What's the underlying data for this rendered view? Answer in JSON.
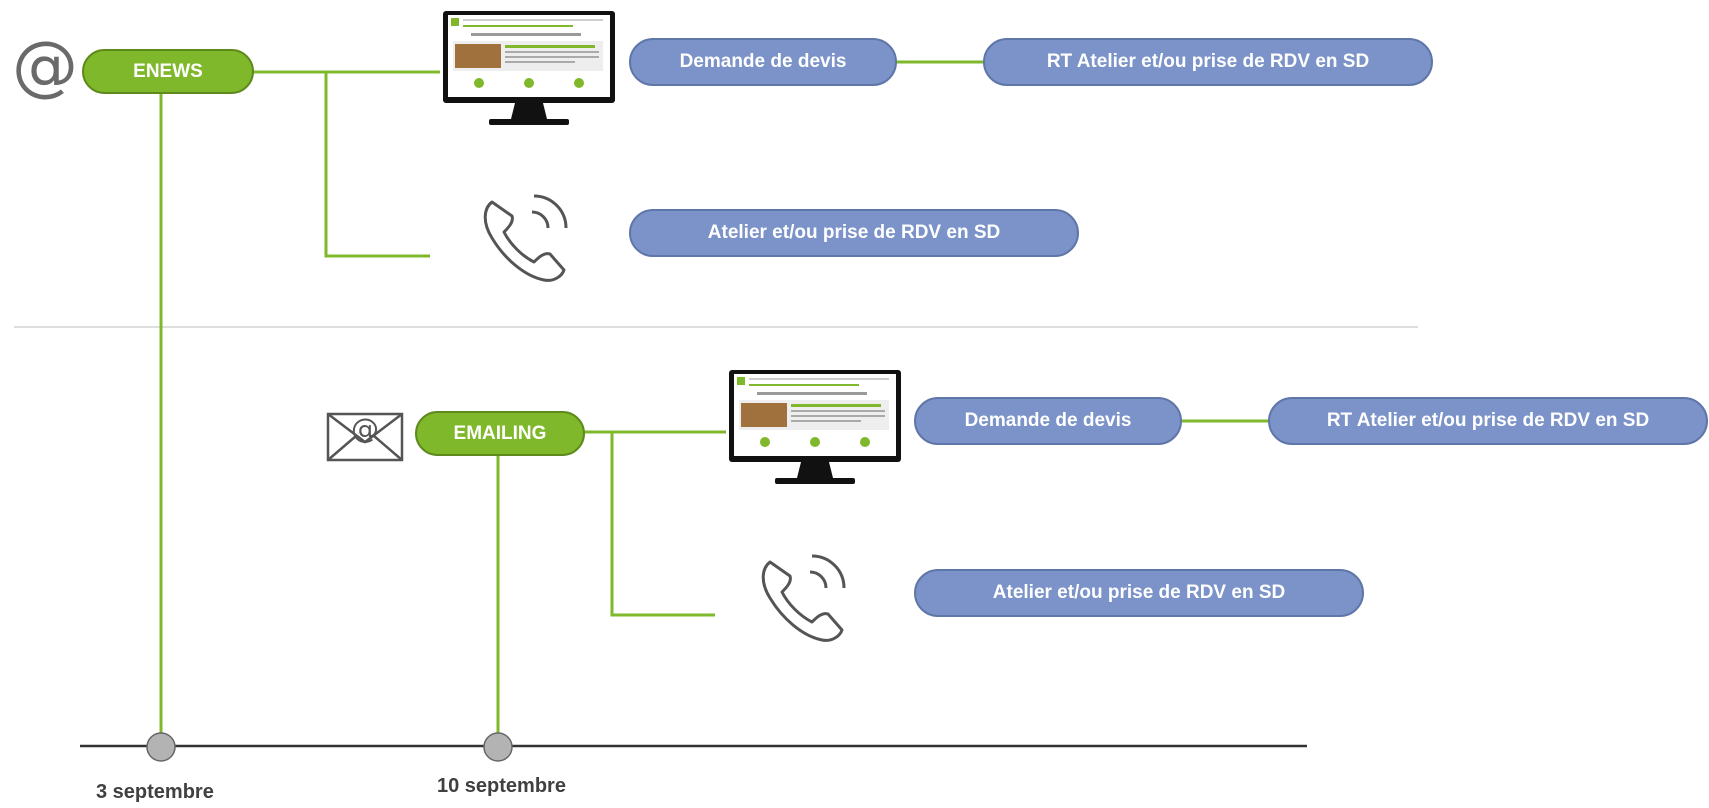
{
  "colors": {
    "green": "#7fb82a",
    "blue": "#7b93c8",
    "line": "#7fb82a",
    "axis": "#333333"
  },
  "enews": {
    "label": "ENEWS",
    "web_outcome": "Demande de devis",
    "web_followup": "RT Atelier et/ou prise de RDV en SD",
    "phone_outcome": "Atelier et/ou prise de RDV en SD"
  },
  "emailing": {
    "label": "EMAILING",
    "web_outcome": "Demande de devis",
    "web_followup": "RT Atelier et/ou prise de RDV en SD",
    "phone_outcome": "Atelier et/ou prise de RDV en SD"
  },
  "timeline": {
    "dates": [
      "3 septembre",
      "10 septembre"
    ]
  },
  "icons": {
    "enews": "at-sign-icon",
    "emailing": "envelope-at-icon",
    "web": "monitor-website-icon",
    "phone": "phone-icon"
  }
}
